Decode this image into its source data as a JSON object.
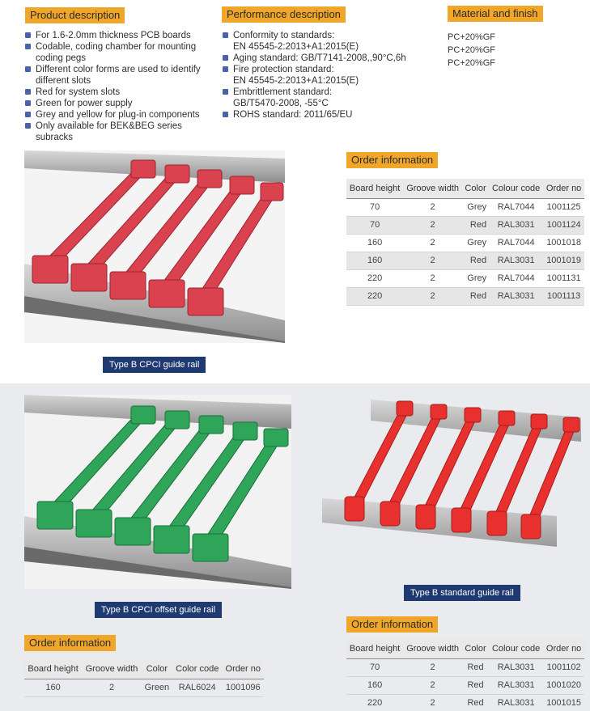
{
  "product": {
    "heading": "Product description",
    "items": [
      {
        "l1": "For 1.6-2.0mm thickness PCB boards",
        "l2": ""
      },
      {
        "l1": "Codable, coding chamber for mounting",
        "l2": " coding pegs"
      },
      {
        "l1": "Different color forms are used to identify",
        "l2": "different slots"
      },
      {
        "l1": "Red for system slots",
        "l2": ""
      },
      {
        "l1": "Green for power supply",
        "l2": ""
      },
      {
        "l1": "Grey and yellow for plug-in components",
        "l2": ""
      },
      {
        "l1": "Only available for BEK&BEG series subracks",
        "l2": ""
      }
    ]
  },
  "performance": {
    "heading": "Performance description",
    "items": [
      {
        "l1": "Conformity to standards:",
        "l2": "EN 45545-2:2013+A1:2015(E)"
      },
      {
        "l1": "Aging standard: GB/T7141-2008,,90°C,6h",
        "l2": ""
      },
      {
        "l1": "Fire protection standard:",
        "l2": "EN 45545-2:2013+A1:2015(E)"
      },
      {
        "l1": "Embrittlement standard:",
        "l2": " GB/T5470-2008, -55°C"
      },
      {
        "l1": "ROHS standard: 2011/65/EU",
        "l2": ""
      }
    ]
  },
  "material": {
    "heading": "Material and finish",
    "lines": [
      "PC+20%GF",
      "PC+20%GF",
      "PC+20%GF"
    ]
  },
  "table1": {
    "heading": "Order information",
    "headers": [
      "Board height",
      "Groove width",
      "Color",
      "Colour code",
      "Order no"
    ],
    "rows": [
      [
        "70",
        "2",
        "Grey",
        "RAL7044",
        "1001125"
      ],
      [
        "70",
        "2",
        "Red",
        "RAL3031",
        "1001124"
      ],
      [
        "160",
        "2",
        "Grey",
        "RAL7044",
        "1001018"
      ],
      [
        "160",
        "2",
        "Red",
        "RAL3031",
        "1001019"
      ],
      [
        "220",
        "2",
        "Grey",
        "RAL7044",
        "1001131"
      ],
      [
        "220",
        "2",
        "Red",
        "RAL3031",
        "1001113"
      ]
    ]
  },
  "table2": {
    "heading": "Order information",
    "headers": [
      "Board height",
      "Groove width",
      "Color",
      "Color code",
      "Order no"
    ],
    "rows": [
      [
        "160",
        "2",
        "Green",
        "RAL6024",
        "1001096"
      ]
    ]
  },
  "table3": {
    "heading": "Order information",
    "headers": [
      "Board height",
      "Groove width",
      "Color",
      "Colour code",
      "Order no"
    ],
    "rows": [
      [
        "70",
        "2",
        "Red",
        "RAL3031",
        "1001102"
      ],
      [
        "160",
        "2",
        "Red",
        "RAL3031",
        "1001020"
      ],
      [
        "220",
        "2",
        "Red",
        "RAL3031",
        "1001015"
      ]
    ]
  },
  "captions": {
    "cpci": "Type B CPCI guide rail",
    "cpci_offset": "Type B CPCI offset guide rail",
    "standard": "Type B standard guide rail"
  },
  "colors": {
    "accent": "#f0a628",
    "caption_bg": "#1e3a70",
    "bullet": "#4a62a8",
    "rail_red": "#d9424e",
    "rail_green": "#2fa55a",
    "rail_bright_red": "#e8312e"
  }
}
